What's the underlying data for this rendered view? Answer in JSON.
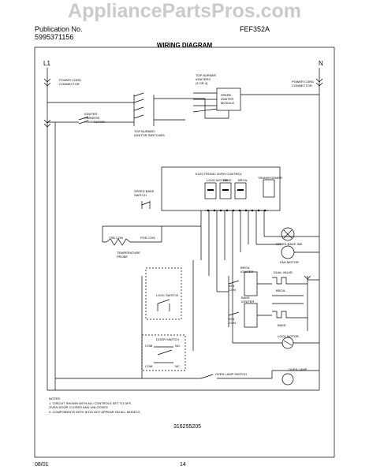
{
  "watermark": "AppliancePartsPros.com",
  "header": {
    "publication_label": "Publication No.",
    "publication_no": "5995371156",
    "model_label": "FEF352A",
    "title": "WIRING DIAGRAM"
  },
  "lines": {
    "l1": "L1",
    "n": "N"
  },
  "labels": {
    "power_cord_left": [
      "POWER CORD",
      "CONNECTOR"
    ],
    "power_cord_right": [
      "POWER CORD",
      "CONNECTOR"
    ],
    "igniter_harness": [
      "IGNITER",
      "HARNESS",
      "CONNECTOR"
    ],
    "top_burner_ignitors": [
      "TOP BURNER",
      "IGNITOR SWITCHES"
    ],
    "top_burner_igniters": [
      "TOP BURNER",
      "IGNITERS",
      "(3 OR 4)"
    ],
    "spark_module": [
      "SPARK",
      "IGNITER",
      "MODULE"
    ],
    "electronic_control": "ELECTRONIC OVEN CONTROL",
    "speed_bake_switch": [
      "SPEED BAKE",
      "SWITCH"
    ],
    "relay_labels": [
      "LOCK MOTOR",
      "BAKE",
      "BROIL",
      "TRANSFORMER"
    ],
    "tsb_con": "TSB CON",
    "pcb_con": "PCB CON",
    "temp_probe": [
      "TEMPERATURE",
      "PROBE"
    ],
    "speed_bake_ind": "SPEED BAKE IND",
    "fan_motor": "FAN MOTOR",
    "broil_igniter": [
      "BROIL",
      "IGNITER"
    ],
    "dual_valve": "DUAL VALVE",
    "broil": "BROIL",
    "bake": "BAKE",
    "bake_igniter": [
      "BAKE",
      "IGNITER"
    ],
    "ign_con": [
      "IGN",
      "CON"
    ],
    "lock_switch": "LOCK SWITCH",
    "lock_motor": "LOCK MOTOR",
    "door_switch": "DOOR SWITCH",
    "com": "COM",
    "nc": "NC",
    "no": "NO",
    "oven_lamp_switch": "OVEN LAMP SWITCH",
    "oven_lamp": "OVEN LAMP",
    "part_number": "316255205"
  },
  "notes": {
    "heading": "NOTES:",
    "items": [
      "1.  CIRCUIT SHOWN WITH ALL CONTROLS SET TO OFF,",
      "     OVEN DOOR CLOSED AND UNLOCKED",
      "2.  COMPONENTS WITH  ⊕  DO NOT APPEAR ON ALL MODELS"
    ]
  },
  "footer": {
    "date": "08/01",
    "page": "14"
  }
}
